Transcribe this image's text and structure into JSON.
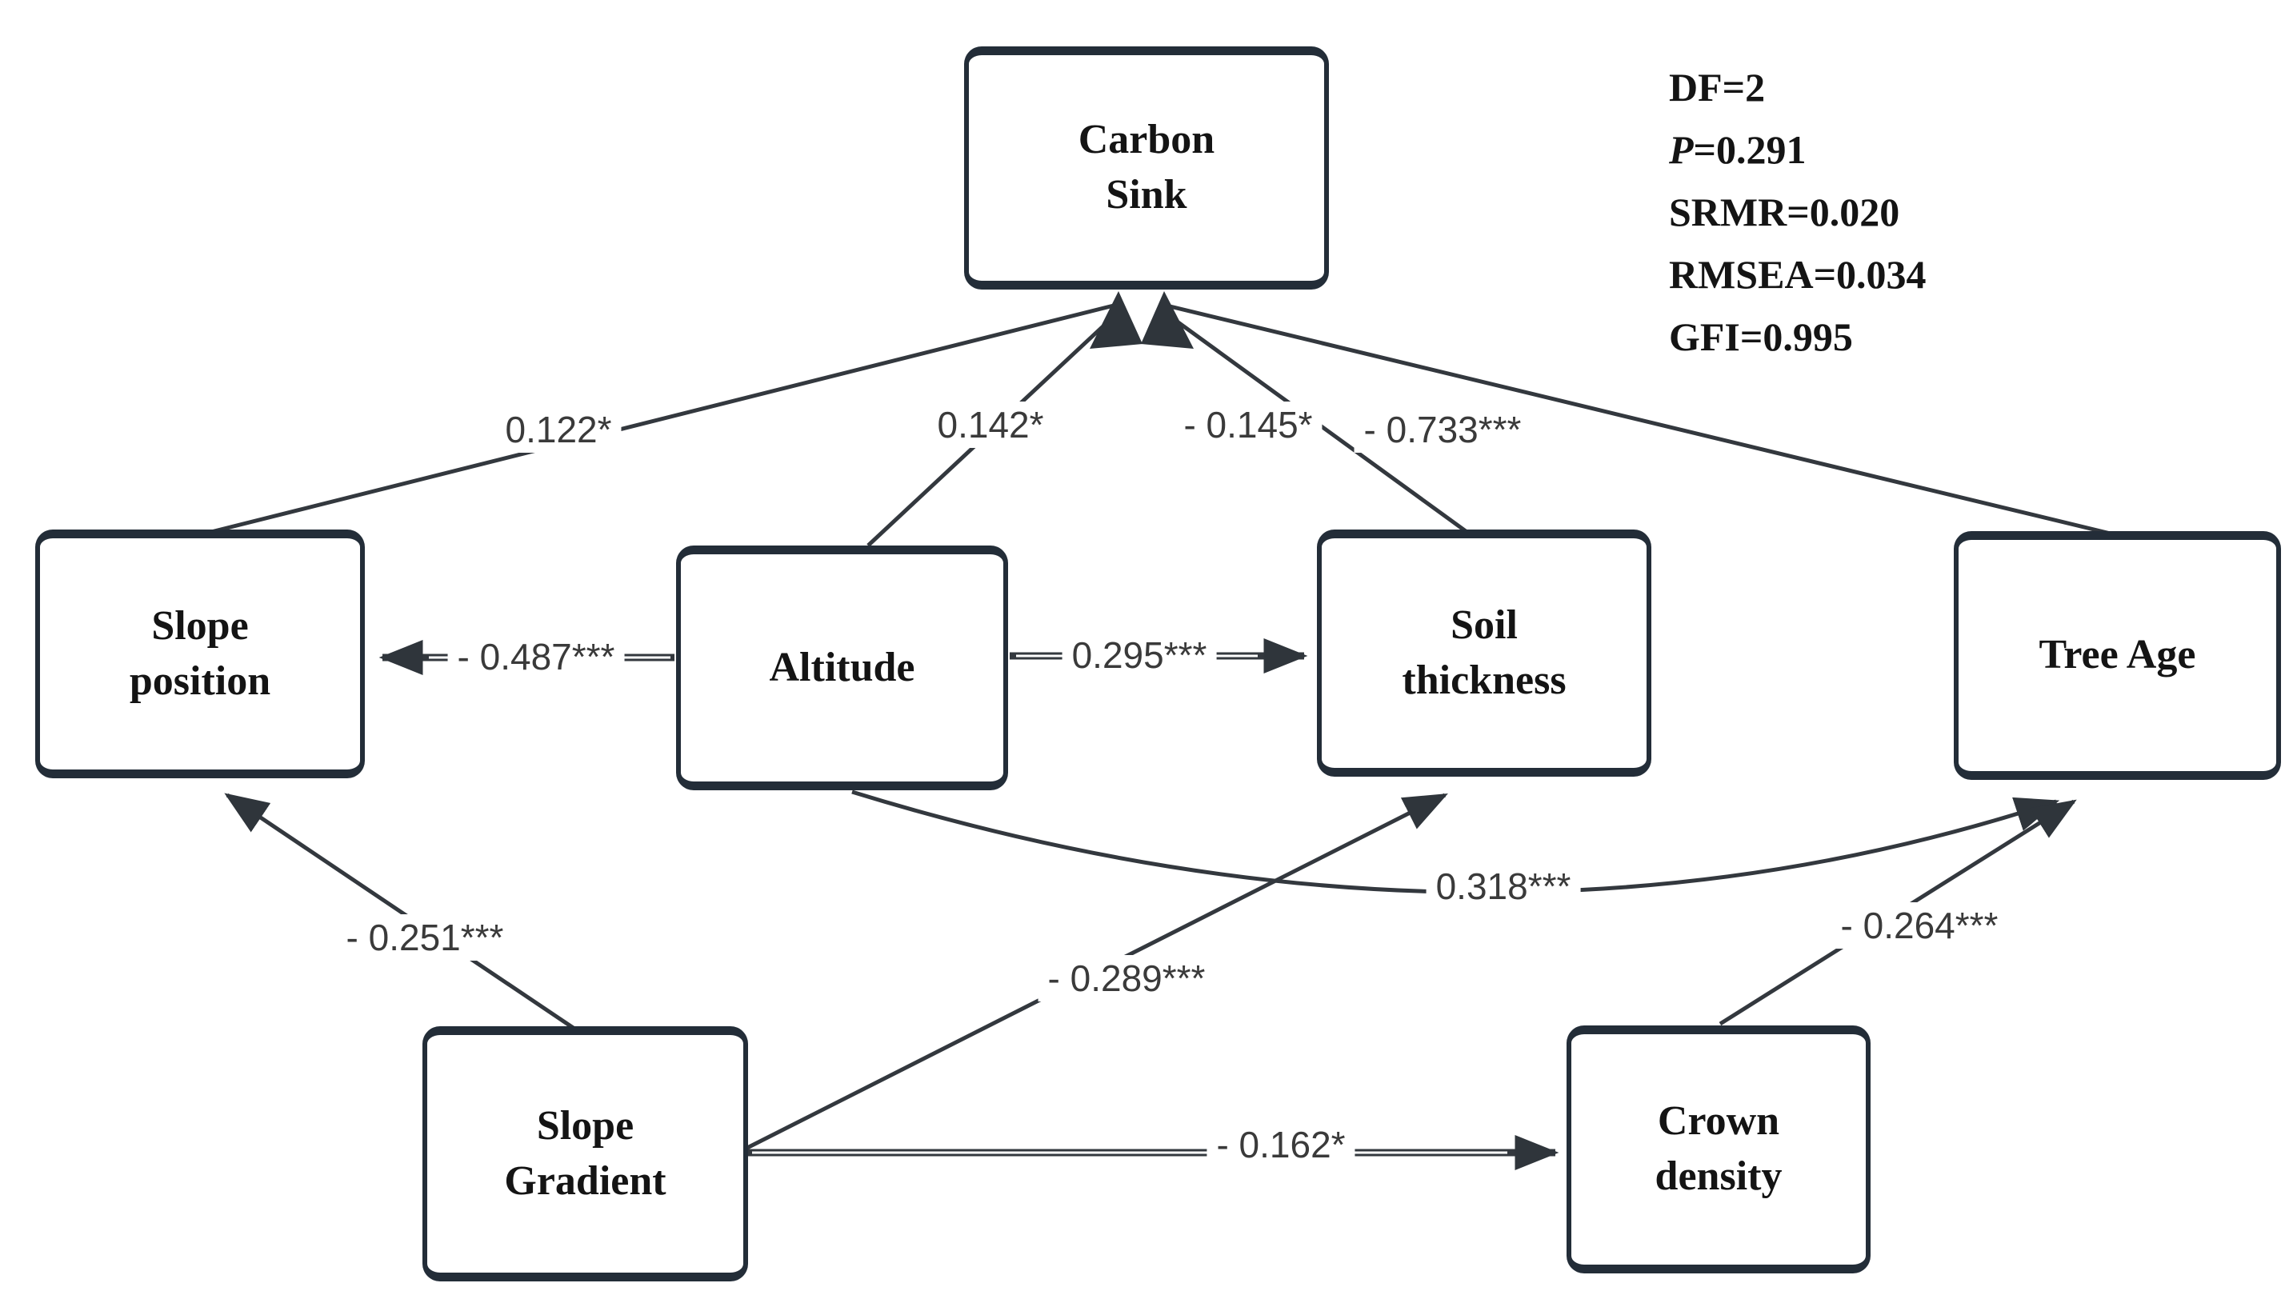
{
  "figure": {
    "type": "sem-path-diagram",
    "background_color": "#ffffff",
    "box_border_color": "#232d38",
    "line_color": "#33383e",
    "text_color": "#141414",
    "nodes": [
      {
        "id": "carbon-sink",
        "line1": "Carbon",
        "line2": "Sink"
      },
      {
        "id": "slope-position",
        "line1": "Slope",
        "line2": "position"
      },
      {
        "id": "altitude",
        "line1": "Altitude",
        "line2": ""
      },
      {
        "id": "soil-thickness",
        "line1": "Soil",
        "line2": "thickness"
      },
      {
        "id": "tree-age",
        "line1": "Tree Age",
        "line2": ""
      },
      {
        "id": "slope-gradient",
        "line1": "Slope",
        "line2": "Gradient"
      },
      {
        "id": "crown-density",
        "line1": "Crown",
        "line2": "density"
      }
    ],
    "edges": [
      {
        "from": "slope-position",
        "to": "carbon-sink",
        "label": "0.122*",
        "coefficient": 0.122,
        "significance": "*"
      },
      {
        "from": "altitude",
        "to": "carbon-sink",
        "label": "0.142*",
        "coefficient": 0.142,
        "significance": "*"
      },
      {
        "from": "soil-thickness",
        "to": "carbon-sink",
        "label": "- 0.145*",
        "coefficient": -0.145,
        "significance": "*"
      },
      {
        "from": "tree-age",
        "to": "carbon-sink",
        "label": "- 0.733***",
        "coefficient": -0.733,
        "significance": "***"
      },
      {
        "from": "altitude",
        "to": "slope-position",
        "label": "- 0.487***",
        "coefficient": -0.487,
        "significance": "***"
      },
      {
        "from": "altitude",
        "to": "soil-thickness",
        "label": "0.295***",
        "coefficient": 0.295,
        "significance": "***"
      },
      {
        "from": "slope-gradient",
        "to": "slope-position",
        "label": "- 0.251***",
        "coefficient": -0.251,
        "significance": "***"
      },
      {
        "from": "slope-gradient",
        "to": "soil-thickness",
        "label": "- 0.289***",
        "coefficient": -0.289,
        "significance": "***"
      },
      {
        "from": "slope-gradient",
        "to": "crown-density",
        "label": "- 0.162*",
        "coefficient": -0.162,
        "significance": "*"
      },
      {
        "from": "altitude",
        "to": "tree-age",
        "label": "0.318***",
        "coefficient": 0.318,
        "significance": "***"
      },
      {
        "from": "crown-density",
        "to": "tree-age",
        "label": "- 0.264***",
        "coefficient": -0.264,
        "significance": "***"
      }
    ],
    "model_fit": {
      "lines": [
        "DF=2",
        "P=0.291",
        "SRMR=0.020",
        "RMSEA=0.034",
        "GFI=0.995"
      ],
      "DF": "2",
      "P": "0.291",
      "SRMR": "0.020",
      "RMSEA": "0.034",
      "GFI": "0.995"
    }
  }
}
